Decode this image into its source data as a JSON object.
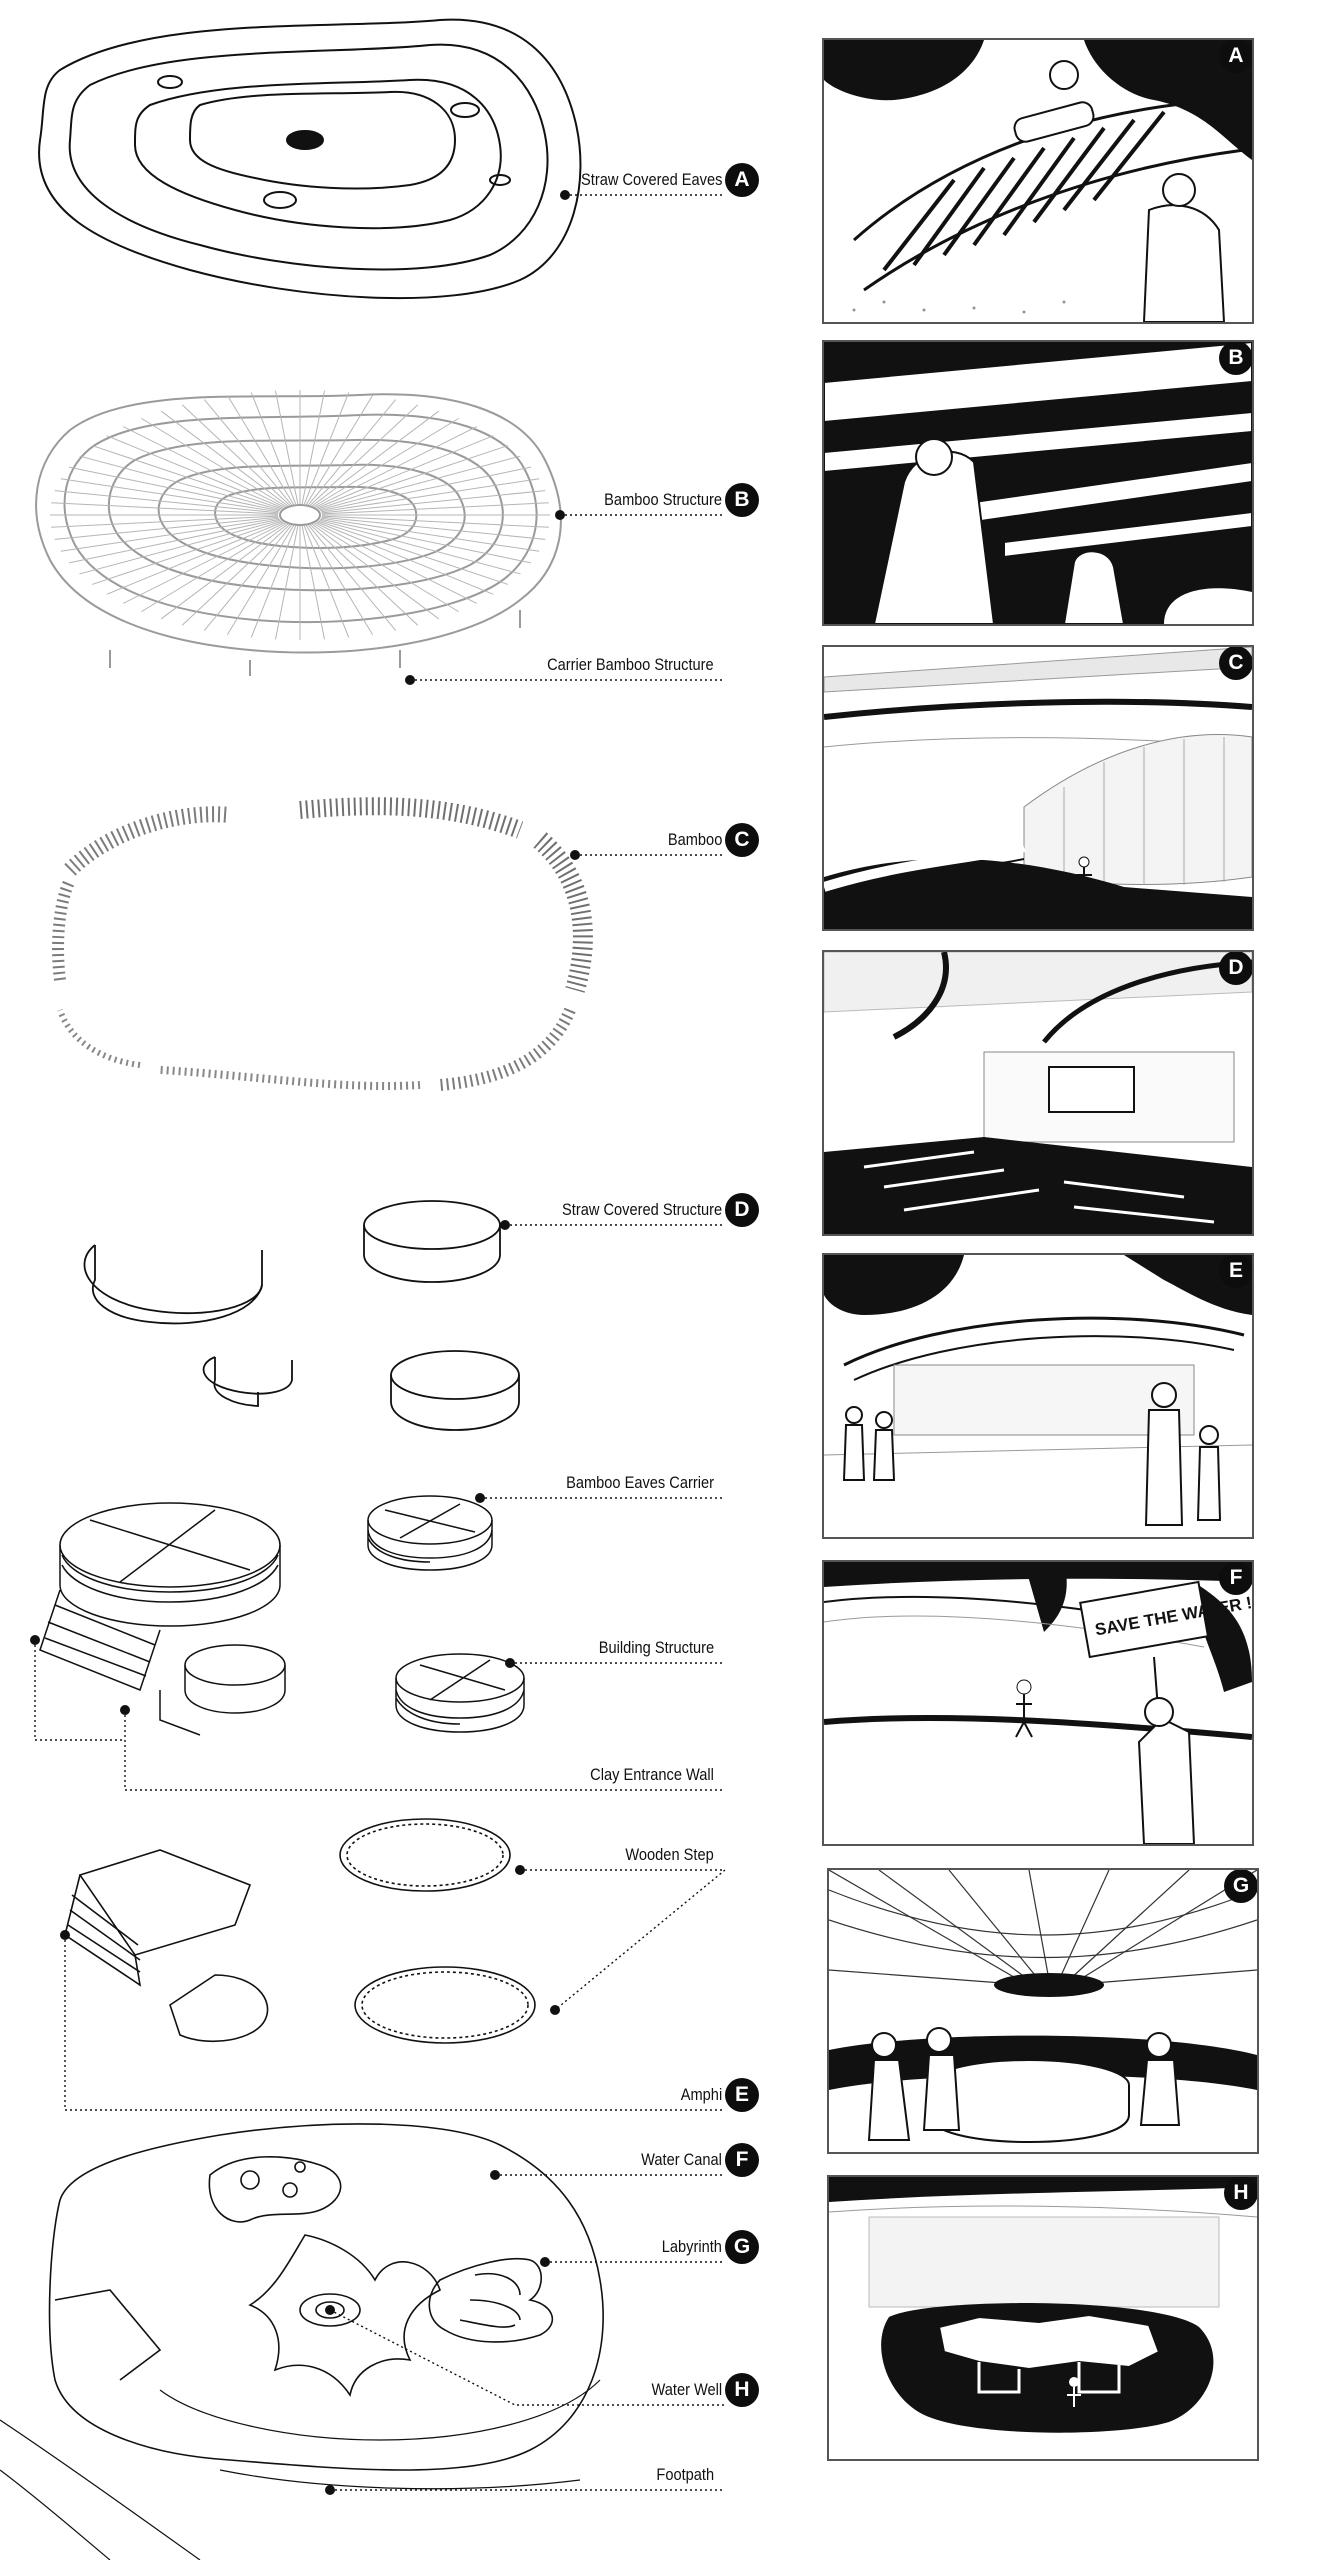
{
  "left_labels": [
    {
      "id": "eaves",
      "text": "Straw Covered Eaves",
      "badge": "A"
    },
    {
      "id": "bamboo-structure",
      "text": "Bamboo Structure",
      "badge": "B"
    },
    {
      "id": "carrier-bamboo",
      "text": "Carrier Bamboo Structure",
      "badge": ""
    },
    {
      "id": "bamboo",
      "text": "Bamboo",
      "badge": "C"
    },
    {
      "id": "straw-structure",
      "text": "Straw Covered Structure",
      "badge": "D"
    },
    {
      "id": "eaves-carrier",
      "text": "Bamboo Eaves Carrier",
      "badge": ""
    },
    {
      "id": "building-structure",
      "text": "Building Structure",
      "badge": ""
    },
    {
      "id": "clay-wall",
      "text": "Clay Entrance Wall",
      "badge": ""
    },
    {
      "id": "wooden-step",
      "text": "Wooden Step",
      "badge": ""
    },
    {
      "id": "amphi",
      "text": "Amphi",
      "badge": "E"
    },
    {
      "id": "water-canal",
      "text": "Water Canal",
      "badge": "F"
    },
    {
      "id": "labyrinth",
      "text": "Labyrinth",
      "badge": "G"
    },
    {
      "id": "water-well",
      "text": "Water Well",
      "badge": "H"
    },
    {
      "id": "footpath",
      "text": "Footpath",
      "badge": ""
    }
  ],
  "panels": [
    {
      "badge": "A"
    },
    {
      "badge": "B"
    },
    {
      "badge": "C"
    },
    {
      "badge": "D"
    },
    {
      "badge": "E"
    },
    {
      "badge": "F"
    },
    {
      "badge": "G"
    },
    {
      "badge": "H"
    }
  ],
  "panel_f_sign": "SAVE THE WATER !",
  "colors": {
    "ink": "#111111",
    "badge_bg": "#0d0d0d",
    "grey_line": "#9a9a9a",
    "frame": "#555555"
  }
}
